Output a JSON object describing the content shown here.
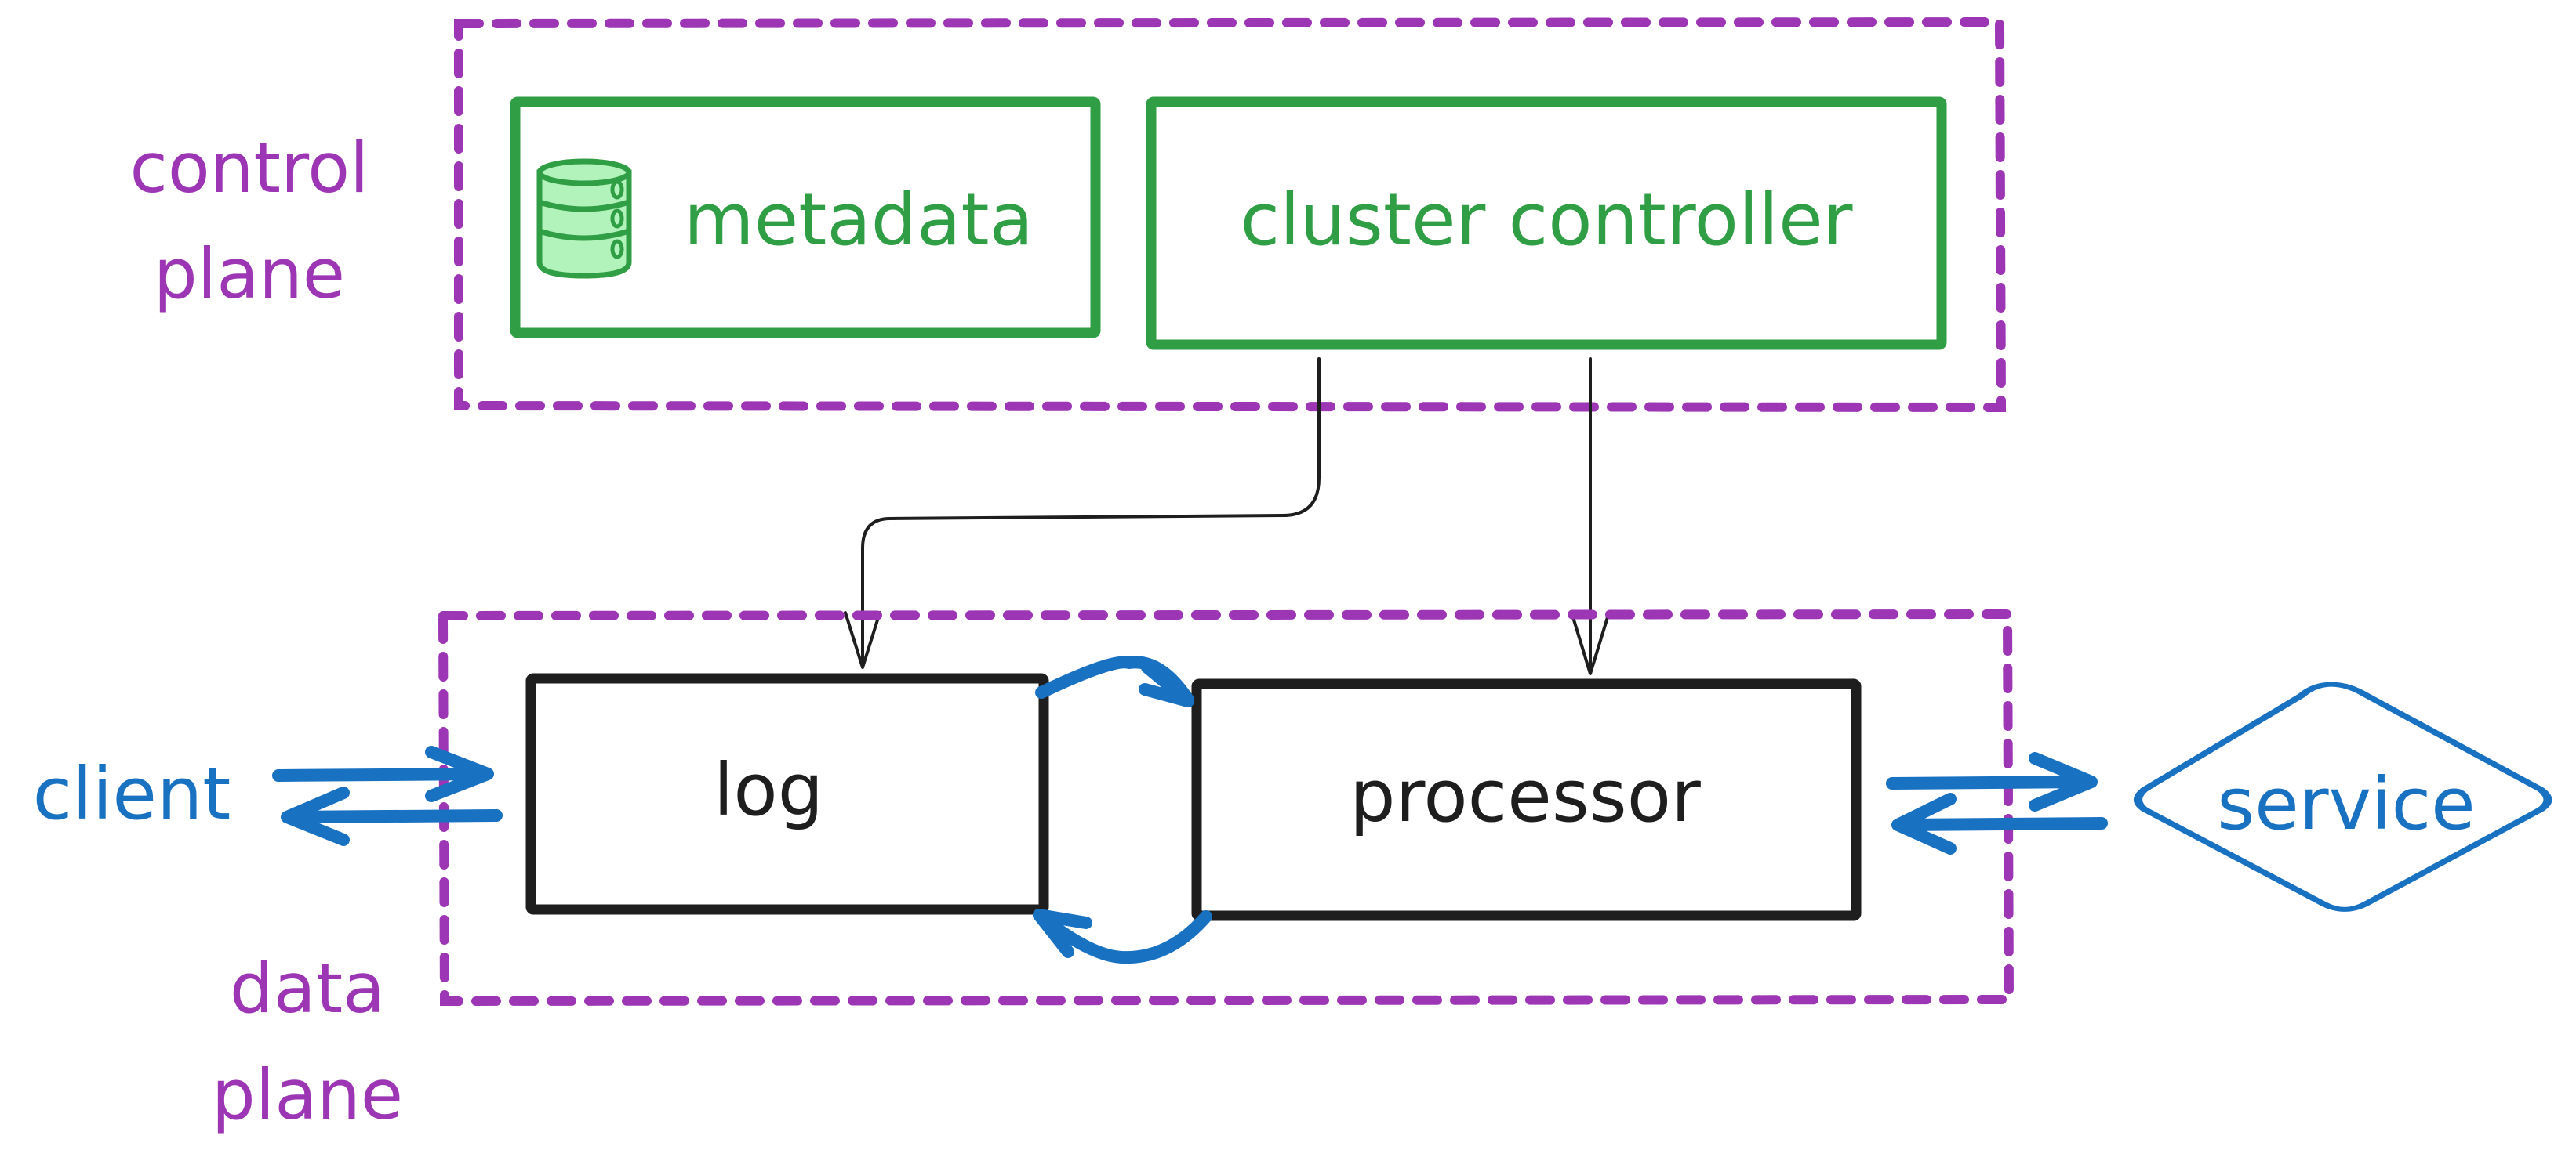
{
  "diagram": {
    "groups": [
      {
        "id": "control-plane",
        "label_line1": "control",
        "label_line2": "plane",
        "color": "#9c36b5"
      },
      {
        "id": "data-plane",
        "label_line1": "data",
        "label_line2": "plane",
        "color": "#9c36b5"
      }
    ],
    "nodes": {
      "metadata": {
        "label": "metadata",
        "icon": "database-icon",
        "color": "#2f9e44",
        "icon_fill": "#b2f2bb"
      },
      "cluster_controller": {
        "label": "cluster controller",
        "color": "#2f9e44"
      },
      "log": {
        "label": "log",
        "color": "#1e1e1e"
      },
      "processor": {
        "label": "processor",
        "color": "#1e1e1e"
      },
      "service": {
        "label": "service",
        "shape": "diamond",
        "color": "#1971c2"
      },
      "client": {
        "label": "client",
        "shape": "text",
        "color": "#1971c2"
      }
    },
    "edges": [
      {
        "from": "cluster_controller",
        "to": "log",
        "style": "thin",
        "color": "#1e1e1e"
      },
      {
        "from": "cluster_controller",
        "to": "processor",
        "style": "thin",
        "color": "#1e1e1e"
      },
      {
        "from": "log",
        "to": "processor",
        "style": "thick-curved",
        "color": "#1971c2"
      },
      {
        "from": "processor",
        "to": "log",
        "style": "thick-curved",
        "color": "#1971c2"
      },
      {
        "from": "client",
        "to": "log",
        "style": "thick",
        "color": "#1971c2"
      },
      {
        "from": "log",
        "to": "client",
        "style": "thick",
        "color": "#1971c2"
      },
      {
        "from": "processor",
        "to": "service",
        "style": "thick",
        "color": "#1971c2"
      },
      {
        "from": "service",
        "to": "processor",
        "style": "thick",
        "color": "#1971c2"
      }
    ]
  }
}
